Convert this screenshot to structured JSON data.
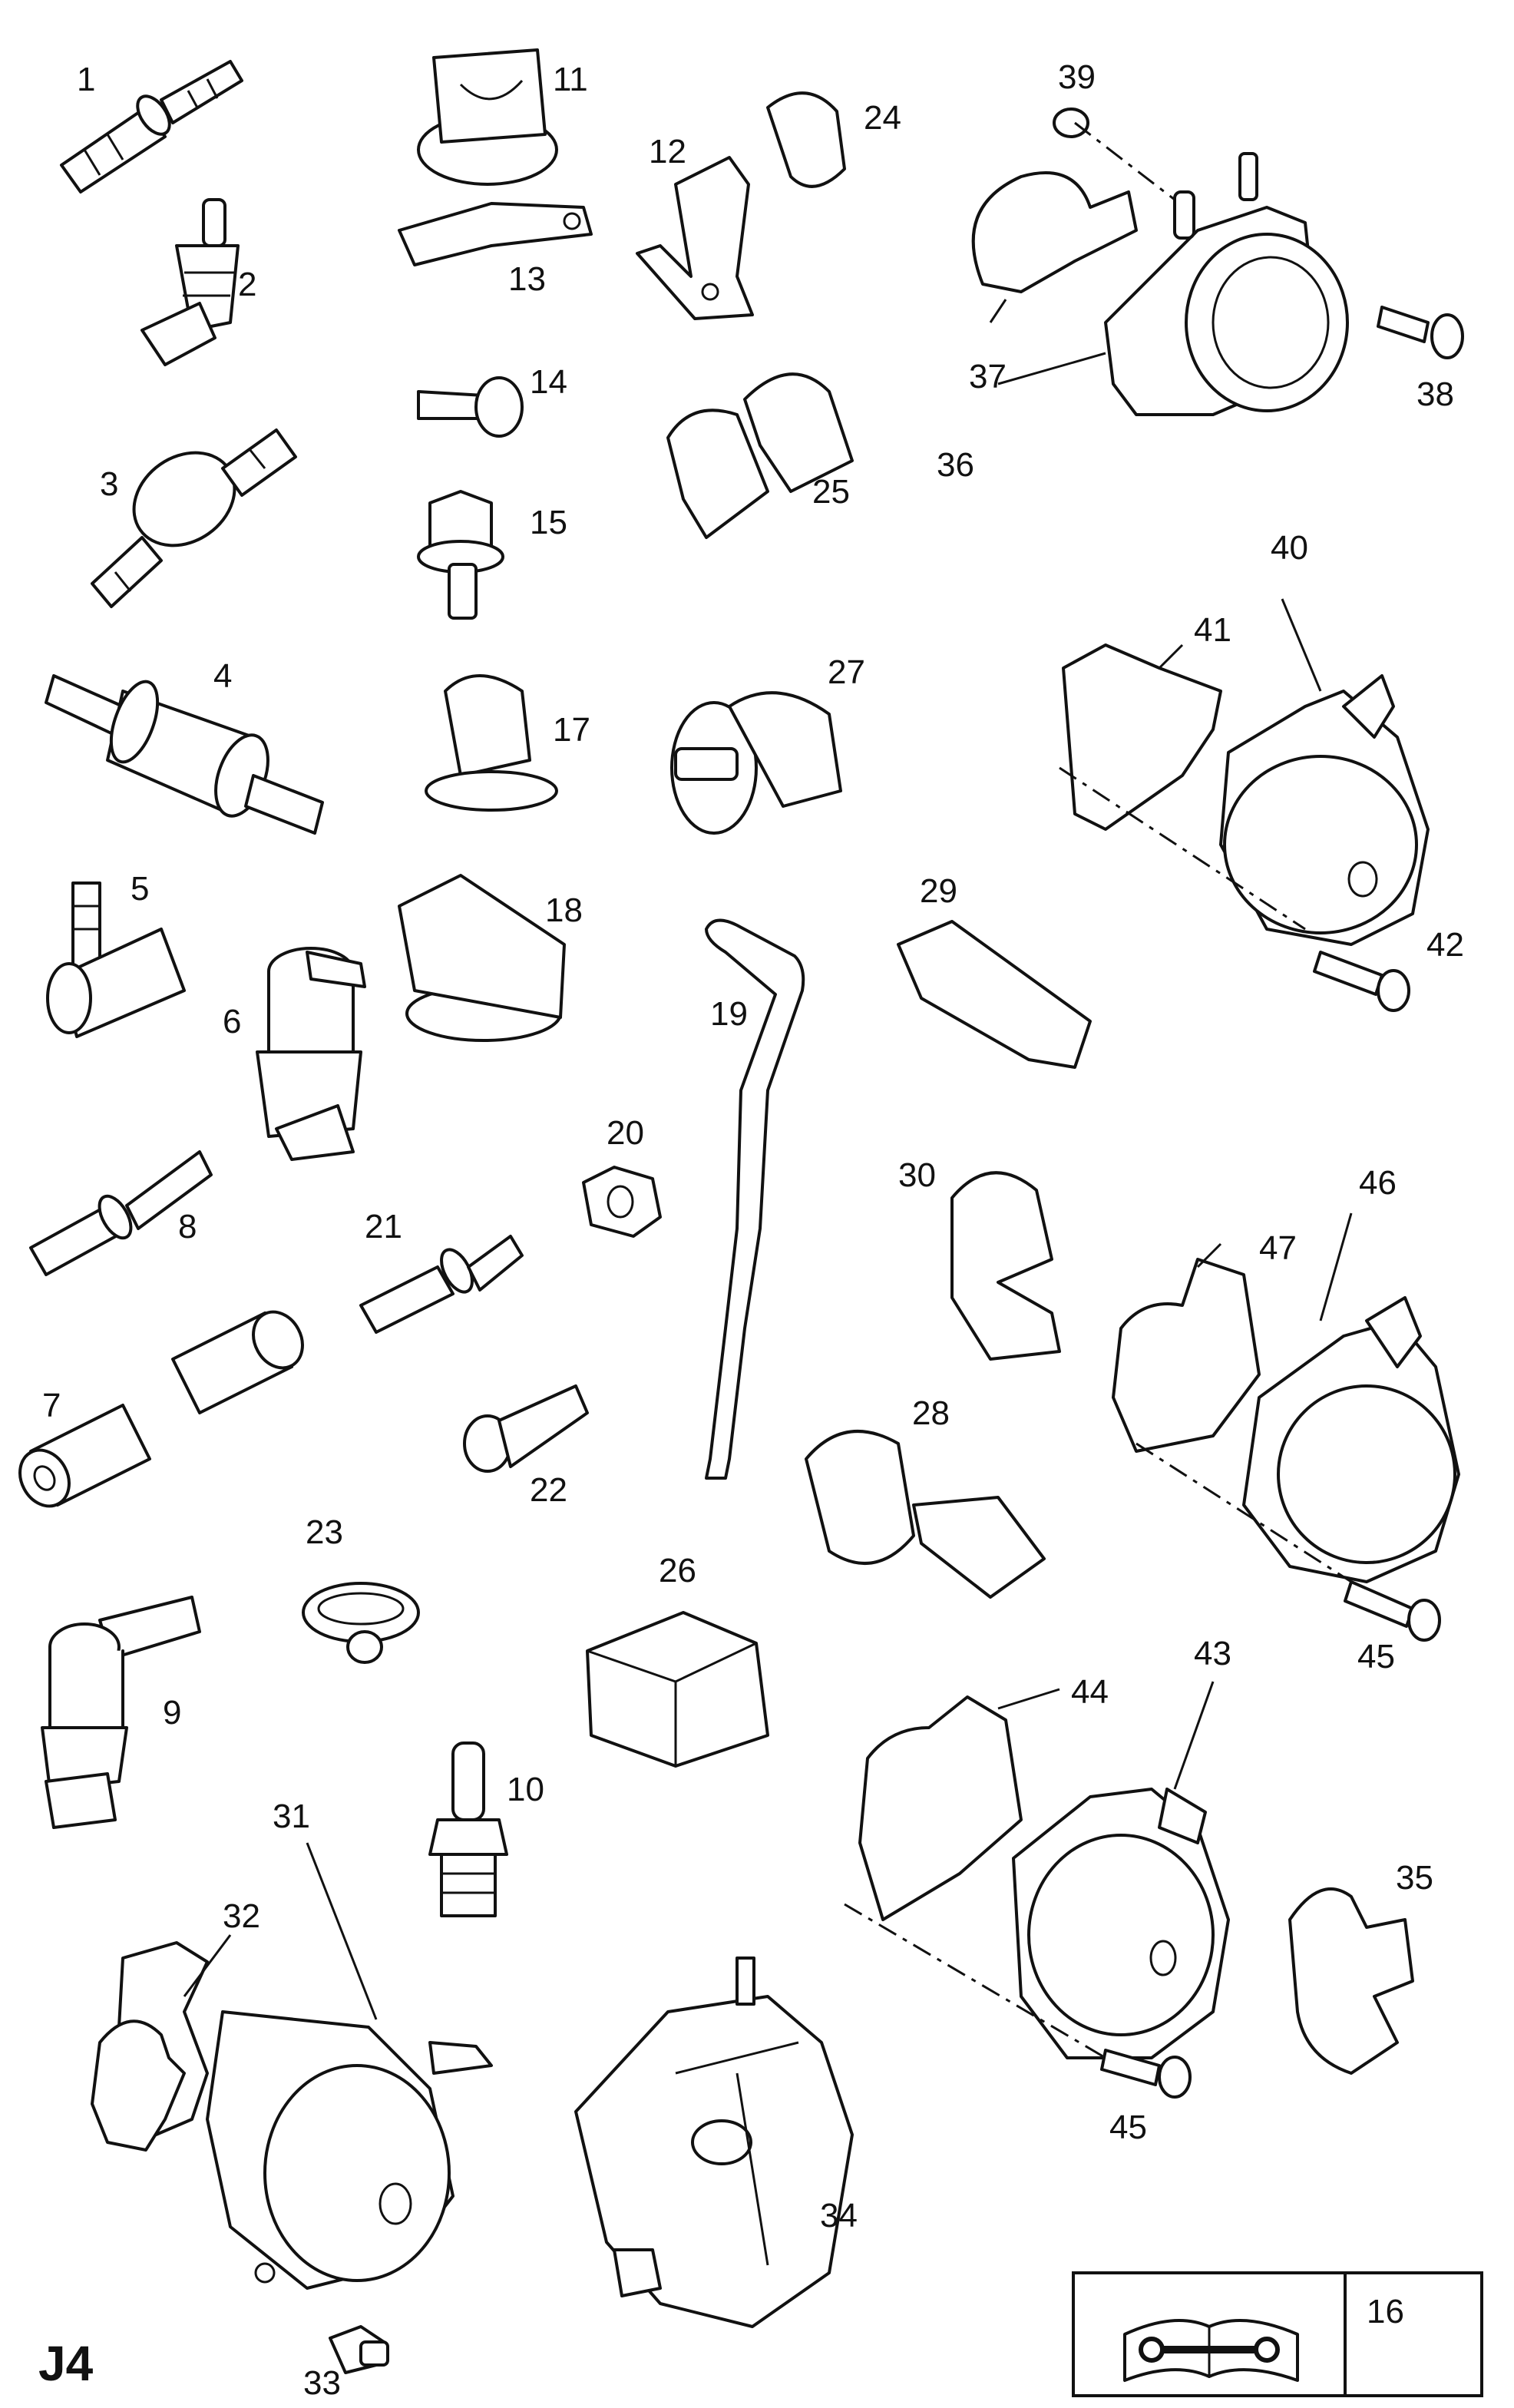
{
  "section_code": "J4",
  "callouts": [
    "1",
    "2",
    "3",
    "4",
    "5",
    "6",
    "7",
    "8",
    "9",
    "10",
    "11",
    "12",
    "13",
    "14",
    "15",
    "16",
    "17",
    "18",
    "19",
    "20",
    "21",
    "22",
    "23",
    "24",
    "25",
    "26",
    "27",
    "28",
    "29",
    "30",
    "31",
    "32",
    "33",
    "34",
    "35",
    "36",
    "37",
    "38",
    "39",
    "40",
    "41",
    "42",
    "43",
    "44",
    "45",
    "45",
    "46",
    "47"
  ],
  "legend_icons": [
    "service-manual-icon",
    "sealant-tube-icon"
  ]
}
